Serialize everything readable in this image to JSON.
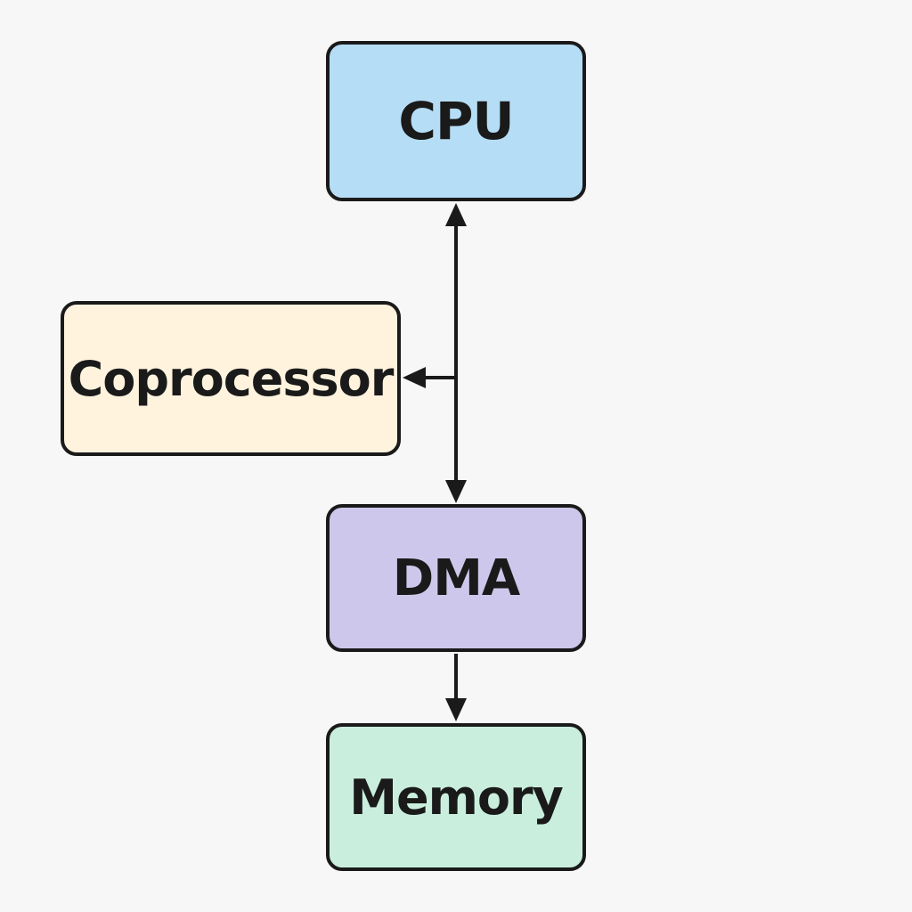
{
  "nodes": {
    "cpu": {
      "label": "CPU",
      "color": "#b6ddf6"
    },
    "coprocessor": {
      "label": "Coprocessor",
      "color": "#fff3de"
    },
    "dma": {
      "label": "DMA",
      "color": "#cdc8eb"
    },
    "memory": {
      "label": "Memory",
      "color": "#caeedd"
    }
  },
  "edges": [
    {
      "from": "cpu",
      "to": "dma",
      "direction": "bidirectional"
    },
    {
      "from": "cpu-dma-bus",
      "to": "coprocessor",
      "direction": "forward"
    },
    {
      "from": "dma",
      "to": "memory",
      "direction": "forward"
    }
  ],
  "stroke_color": "#1a1a1a"
}
